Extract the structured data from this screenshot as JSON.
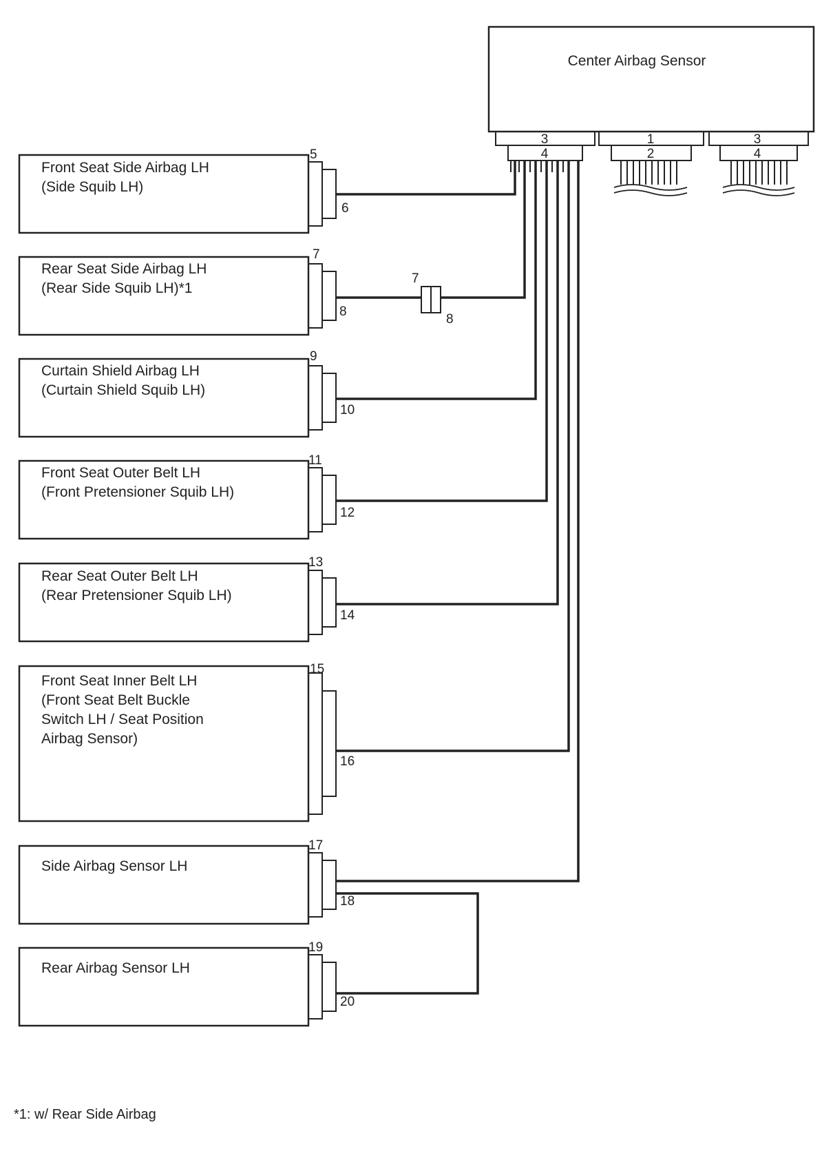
{
  "sensor": {
    "title": "Center Airbag Sensor",
    "connectors": [
      {
        "top": "3",
        "bottom": "4"
      },
      {
        "top": "1",
        "bottom": "2"
      },
      {
        "top": "3",
        "bottom": "4"
      }
    ]
  },
  "components": [
    {
      "lines": [
        "Front Seat Side Airbag LH",
        "(Side Squib LH)"
      ],
      "pin_top": "5",
      "pin_bottom": "6"
    },
    {
      "lines": [
        "Rear Seat Side Airbag LH",
        "(Rear Side Squib LH)*1"
      ],
      "pin_top": "7",
      "pin_bottom": "8"
    },
    {
      "lines": [
        "Curtain Shield Airbag LH",
        "(Curtain Shield Squib LH)"
      ],
      "pin_top": "9",
      "pin_bottom": "10"
    },
    {
      "lines": [
        "Front Seat Outer Belt LH",
        "(Front Pretensioner Squib LH)"
      ],
      "pin_top": "11",
      "pin_bottom": "12"
    },
    {
      "lines": [
        "Rear Seat Outer Belt LH",
        "(Rear Pretensioner Squib LH)"
      ],
      "pin_top": "13",
      "pin_bottom": "14"
    },
    {
      "lines": [
        "Front Seat Inner Belt LH",
        "(Front Seat Belt Buckle",
        "Switch LH / Seat Position",
        "Airbag Sensor)"
      ],
      "pin_top": "15",
      "pin_bottom": "16"
    },
    {
      "lines": [
        "Side Airbag Sensor LH"
      ],
      "pin_top": "17",
      "pin_bottom": "18"
    },
    {
      "lines": [
        "Rear Airbag Sensor LH"
      ],
      "pin_top": "19",
      "pin_bottom": "20"
    }
  ],
  "junction": {
    "pin_top": "7",
    "pin_bottom": "8"
  },
  "footnote": "*1: w/ Rear Side Airbag"
}
